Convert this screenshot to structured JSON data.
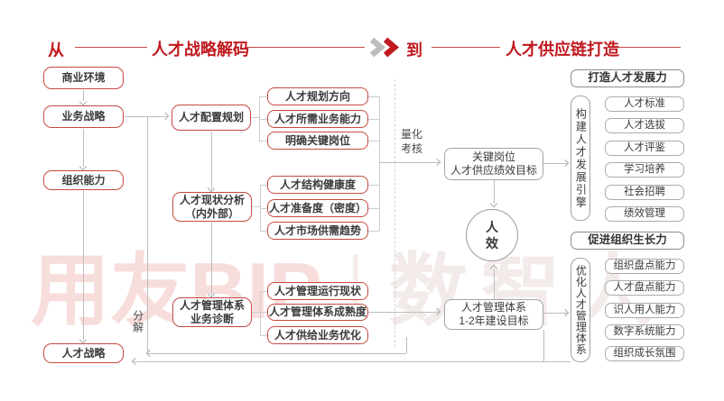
{
  "header": {
    "from": "从",
    "section1": "人才战略解码",
    "to": "到",
    "section2": "人才供应链打造"
  },
  "left_flow": {
    "items": [
      "商业环境",
      "业务战略",
      "组织能力",
      "人才战略"
    ]
  },
  "decompose_label": "分解",
  "mid_flow": {
    "box1": "人才配置规划",
    "box2_line1": "人才现状分析",
    "box2_line2": "（内外部）",
    "box3_line1": "人才管理体系",
    "box3_line2": "业务诊断"
  },
  "detail_groups": {
    "group1": [
      "人才规划方向",
      "人才所需业务能力",
      "明确关键岗位"
    ],
    "group2": [
      "人才结构健康度",
      "人才准备度（密度）",
      "人才市场供需趋势"
    ],
    "group3": [
      "人才管理运行现状",
      "人才管理体系成熟度",
      "人才供给业务优化"
    ]
  },
  "kpi": {
    "quantify_line1": "量化",
    "quantify_line2": "考核",
    "goal1_line1": "关键岗位",
    "goal1_line2": "人才供应绩效目标",
    "efficiency_line1": "人",
    "efficiency_line2": "效",
    "goal2_line1": "人才管理体系",
    "goal2_line2": "1-2年建设目标"
  },
  "supply_chain": {
    "top_header": "打造人才发展力",
    "top_engine": "构建人才发展引擎",
    "top_items": [
      "人才标准",
      "人才选拔",
      "人才评鉴",
      "学习培养",
      "社会招聘",
      "绩效管理"
    ],
    "bottom_header": "促进组织生长力",
    "bottom_engine": "优化人才管理体系",
    "bottom_items": [
      "组织盘点能力",
      "人才盘点能力",
      "识人用人能力",
      "数字系统能力",
      "组织成长氛围"
    ]
  },
  "watermark": {
    "part1": "用友BIP",
    "divider": "｜",
    "part2": "数智人"
  },
  "colors": {
    "accent_red": "#c0191f",
    "box_red_border": "#c7493f",
    "gray_border": "#a3a3a3"
  }
}
